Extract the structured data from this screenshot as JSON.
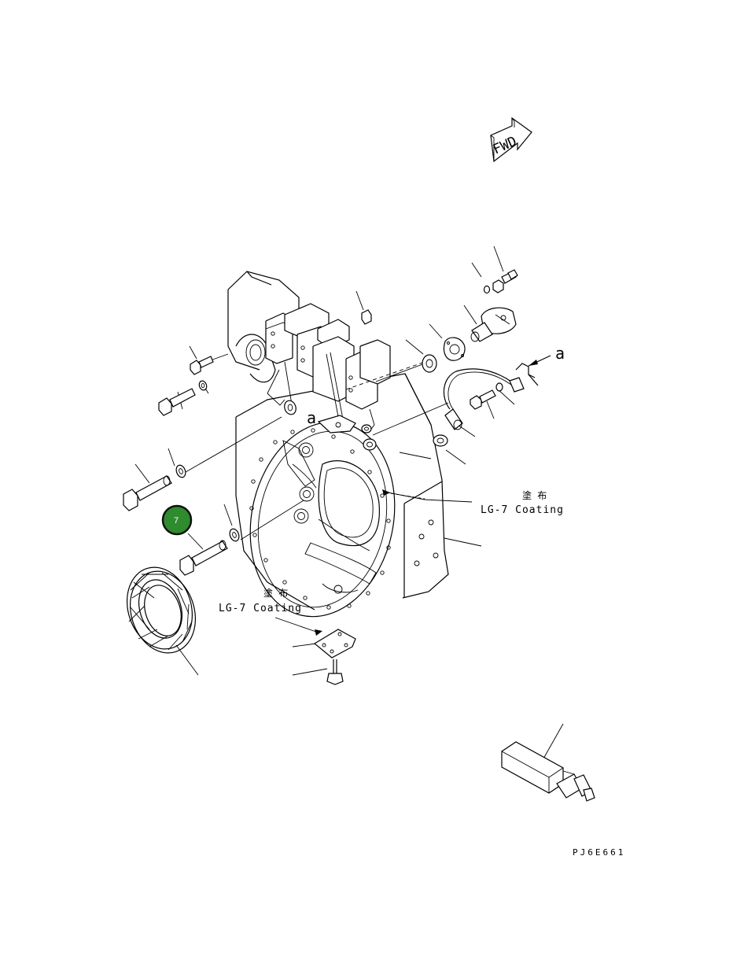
{
  "fwd": {
    "label": "FWD"
  },
  "coating_notes": [
    {
      "jp": "塗 布",
      "en": "LG-7 Coating"
    },
    {
      "jp": "塗 布",
      "en": "LG-7 Coating"
    }
  ],
  "view_marker": {
    "label": "a"
  },
  "view_marker_2": {
    "label": "a"
  },
  "callout": {
    "number": "7",
    "color": "#2e8b2e"
  },
  "drawing_code": "PJ6E661"
}
